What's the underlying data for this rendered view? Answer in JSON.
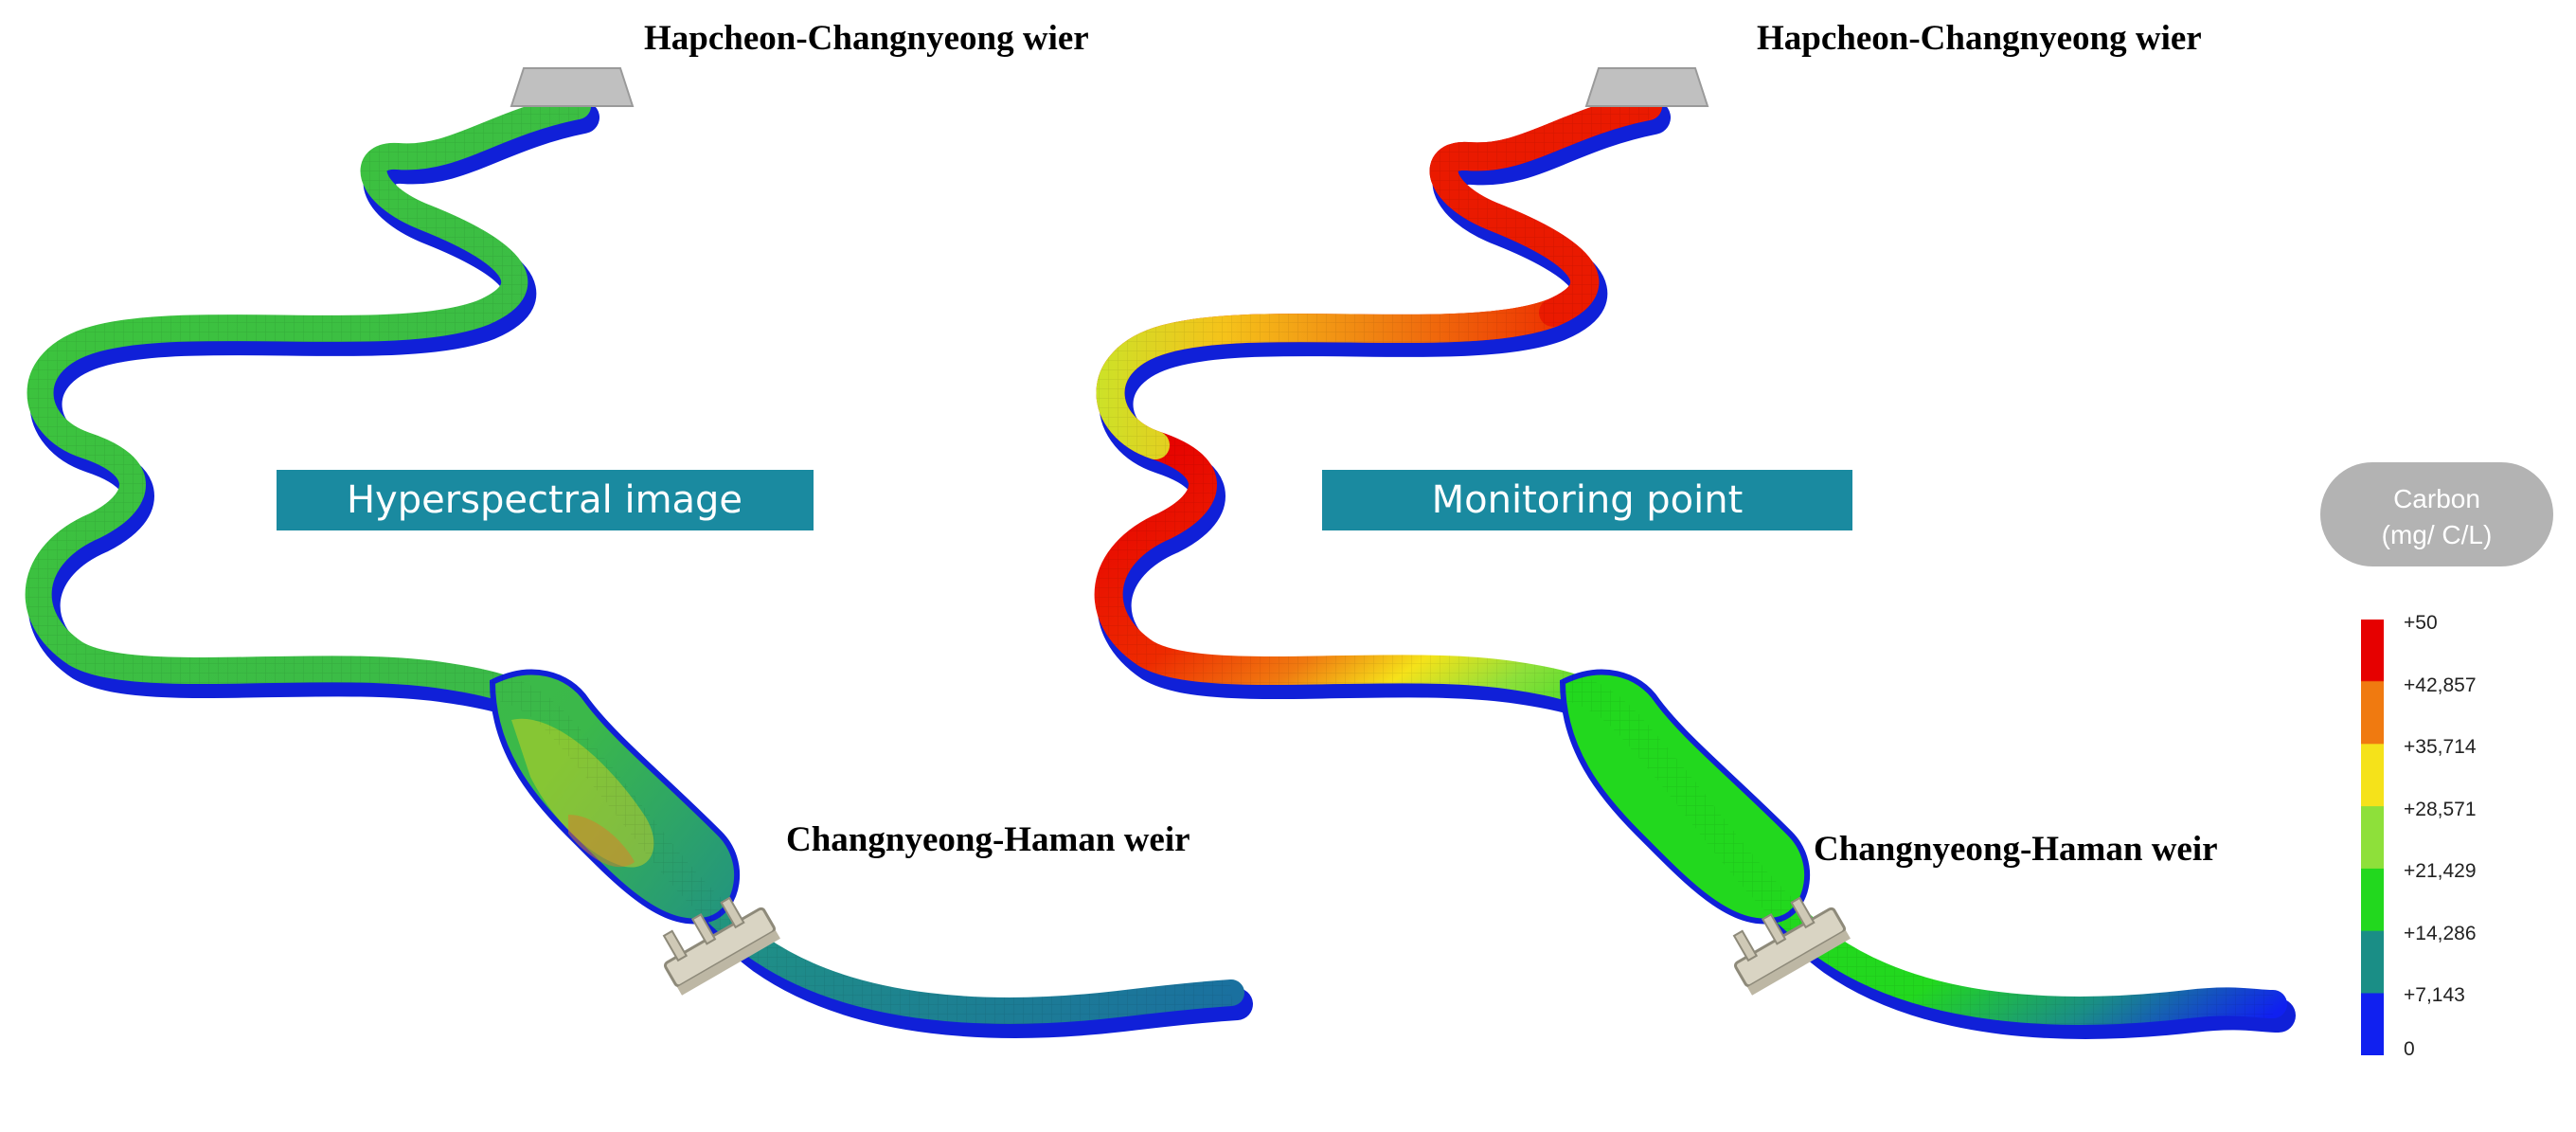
{
  "panels": [
    {
      "label": "Hyperspectral image",
      "upstream_weir": "Hapcheon-Changnyeong wier",
      "downstream_weir": "Changnyeong-Haman weir"
    },
    {
      "label": "Monitoring point",
      "upstream_weir": "Hapcheon-Changnyeong wier",
      "downstream_weir": "Changnyeong-Haman weir"
    }
  ],
  "legend": {
    "title_line1": "Carbon",
    "title_line2": "(mg/ C/L)",
    "ticks": [
      "+50",
      "+42,857",
      "+35,714",
      "+28,571",
      "+21,429",
      "+14,286",
      "+7,143",
      "0"
    ],
    "colors": [
      "#e60000",
      "#f07a10",
      "#f5e21a",
      "#8ee03a",
      "#22d81e",
      "#1a8e86",
      "#1020f0"
    ]
  },
  "colors": {
    "banner": "#1a8aa0",
    "river_base": "#1020d8",
    "weir_gate": "#c0c0c0",
    "weir_structure": "#d9d4c3",
    "legend_pill": "#b3b3b3"
  }
}
